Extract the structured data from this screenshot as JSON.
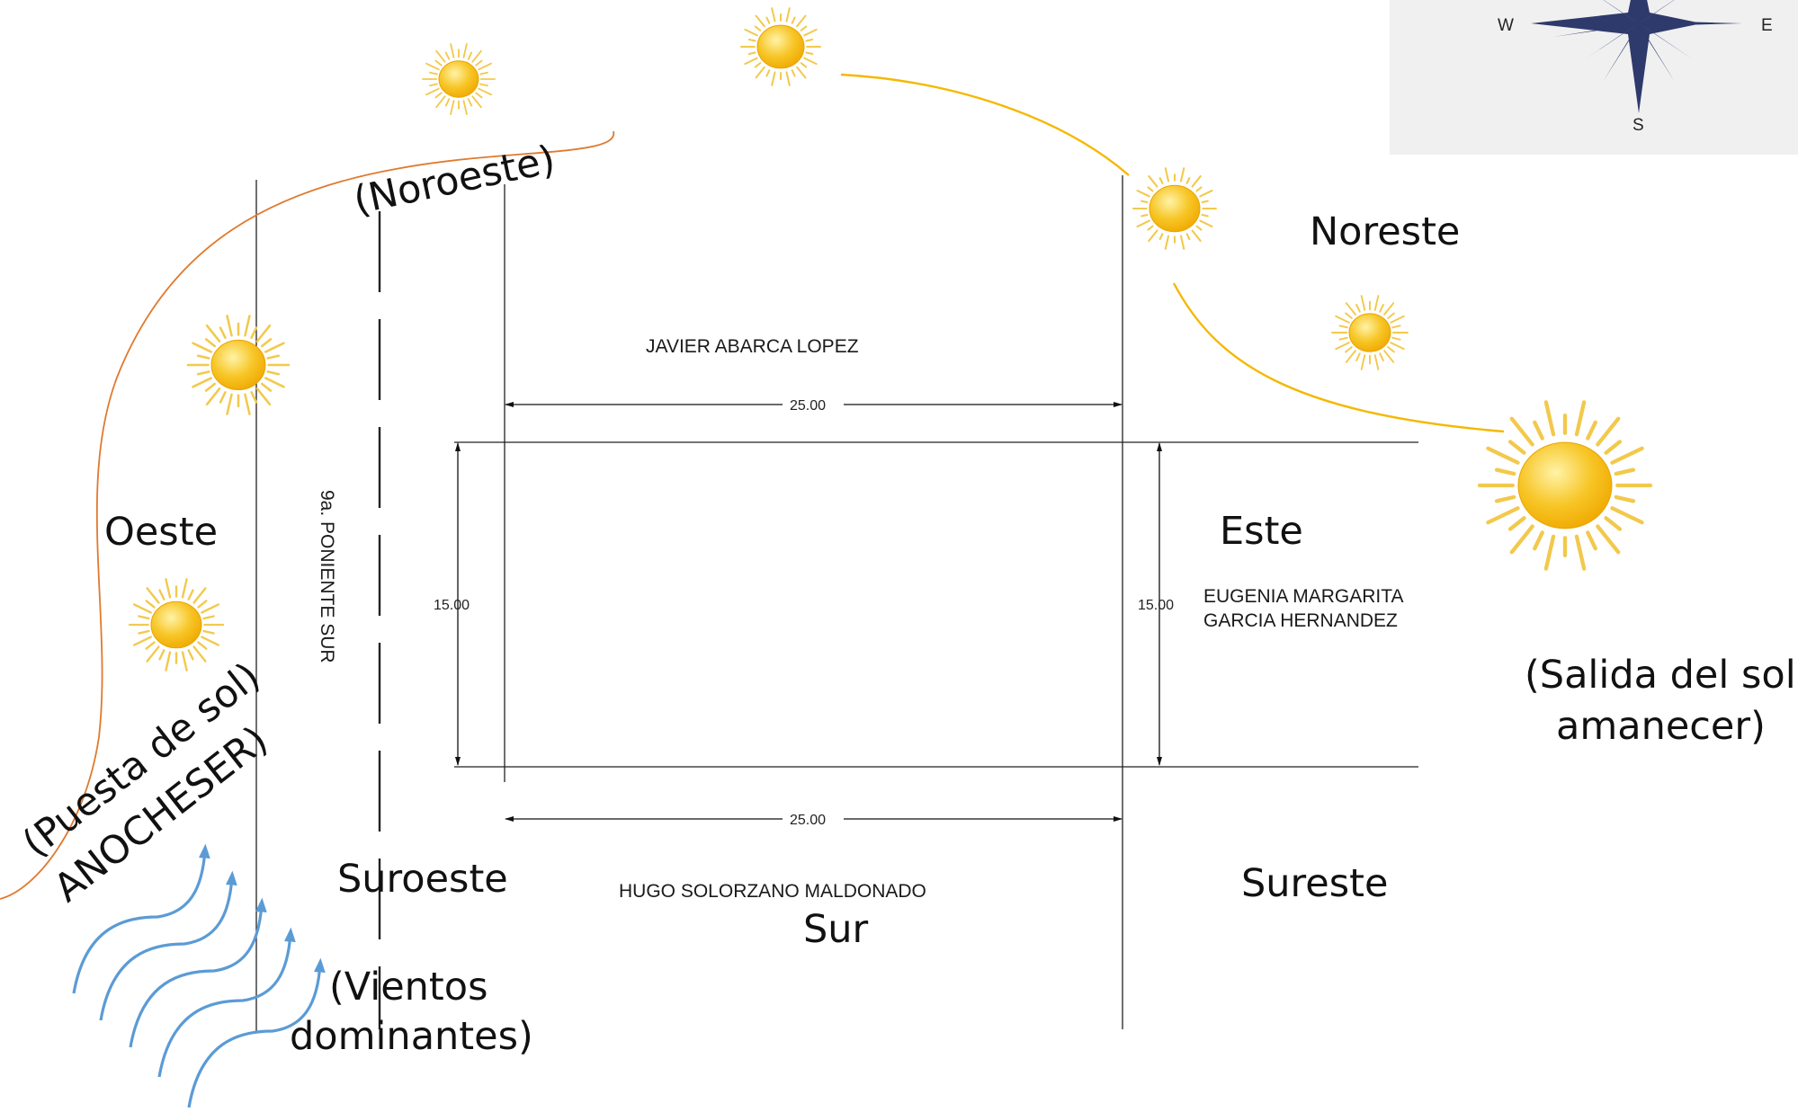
{
  "compass": {
    "west": "W",
    "east": "E",
    "south": "S"
  },
  "orientation": {
    "noroeste": "(Noroeste)",
    "noreste": "Noreste",
    "oeste": "Oeste",
    "este": "Este",
    "suroeste": "Suroeste",
    "sureste": "Sureste",
    "sur": "Sur"
  },
  "neighbors": {
    "north": "JAVIER ABARCA LOPEZ",
    "south": "HUGO SOLORZANO MALDONADO",
    "east_line1": "EUGENIA MARGARITA",
    "east_line2": "GARCIA HERNANDEZ"
  },
  "street": "9a. PONIENTE SUR",
  "dimensions": {
    "top": "25.00",
    "bottom": "25.00",
    "left": "15.00",
    "right": "15.00"
  },
  "annotations": {
    "sunset_line1": "(Puesta de sol)",
    "sunset_line2": "ANOCHESER)",
    "sunrise_line1": "(Salida del sol",
    "sunrise_line2": "amanecer)",
    "winds_line1": "(Vientos",
    "winds_line2": "dominantes)"
  },
  "colors": {
    "sun_path": "#f5b800",
    "sunset_curve": "#e07a2e",
    "wind": "#5b9bd5",
    "sun_fill": "#f7c627",
    "sun_ray": "#f2c94c",
    "compass_star": "#2e3a6b",
    "compass_bg": "#f0f0f0"
  },
  "icons": {
    "sun": "sun-icon",
    "wind": "wind-arrow-icon",
    "compass": "compass-rose-icon"
  }
}
